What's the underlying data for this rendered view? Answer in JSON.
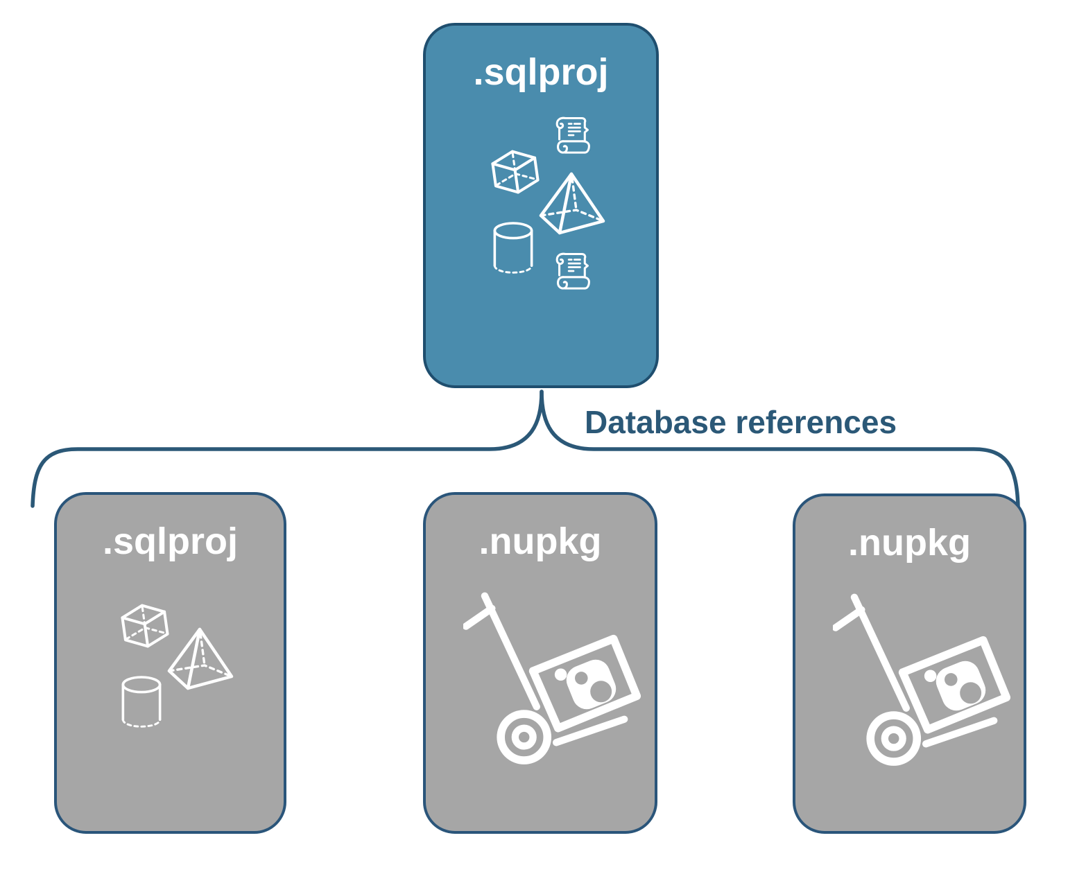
{
  "diagram": {
    "title_card": {
      "label": ".sqlproj",
      "icons": [
        "cube-icon",
        "scroll-icon",
        "pyramid-icon",
        "cylinder-icon",
        "scroll-icon"
      ]
    },
    "connector": {
      "label": "Database references"
    },
    "children": [
      {
        "label": ".sqlproj",
        "icons": [
          "cube-icon",
          "pyramid-icon",
          "cylinder-icon"
        ]
      },
      {
        "label": ".nupkg",
        "icons": [
          "hand-truck-package-icon"
        ]
      },
      {
        "label": ".nupkg",
        "icons": [
          "hand-truck-package-icon"
        ]
      }
    ],
    "colors": {
      "background": "#FFFFFF",
      "primary_card_fill": "#4A8CAD",
      "primary_card_border": "#1F4E6E",
      "secondary_card_fill": "#A6A6A6",
      "secondary_card_border": "#2A557A",
      "connector_stroke": "#2B5877",
      "label_text": "#2B5877",
      "icon_stroke": "#FFFFFF",
      "card_title_text": "#FFFFFF"
    }
  }
}
